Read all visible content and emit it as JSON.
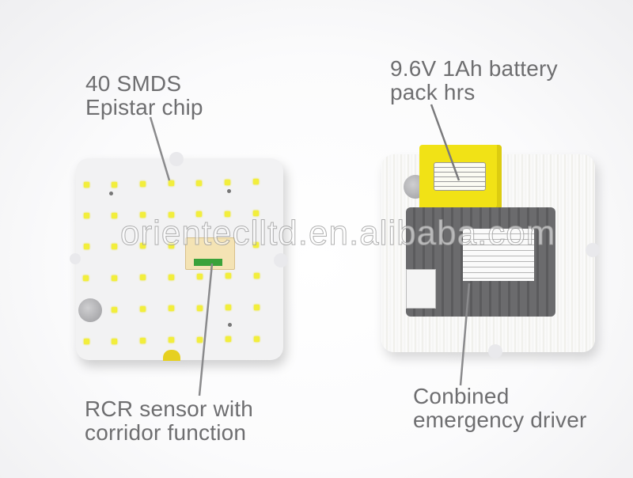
{
  "labels": {
    "top_left": {
      "line1": "40 SMDS",
      "line2": "Epistar chip"
    },
    "top_right": {
      "line1": "9.6V  1Ah battery",
      "line2": "pack  hrs"
    },
    "bottom_left": {
      "line1": "RCR sensor with",
      "line2": "corridor function"
    },
    "bottom_right": {
      "line1": "Conbined",
      "line2": "emergency driver"
    }
  },
  "watermark": "orienteclltd.en.alibaba.com",
  "colors": {
    "label_text": "#6e6e70",
    "led": "#f2ee3c",
    "battery": "#f1e216",
    "driver": "#6b6b6d",
    "leader_line": "#8a8a8c"
  },
  "objects": {
    "left_module": "LED board front",
    "right_module": "LED board back with battery and emergency driver"
  }
}
